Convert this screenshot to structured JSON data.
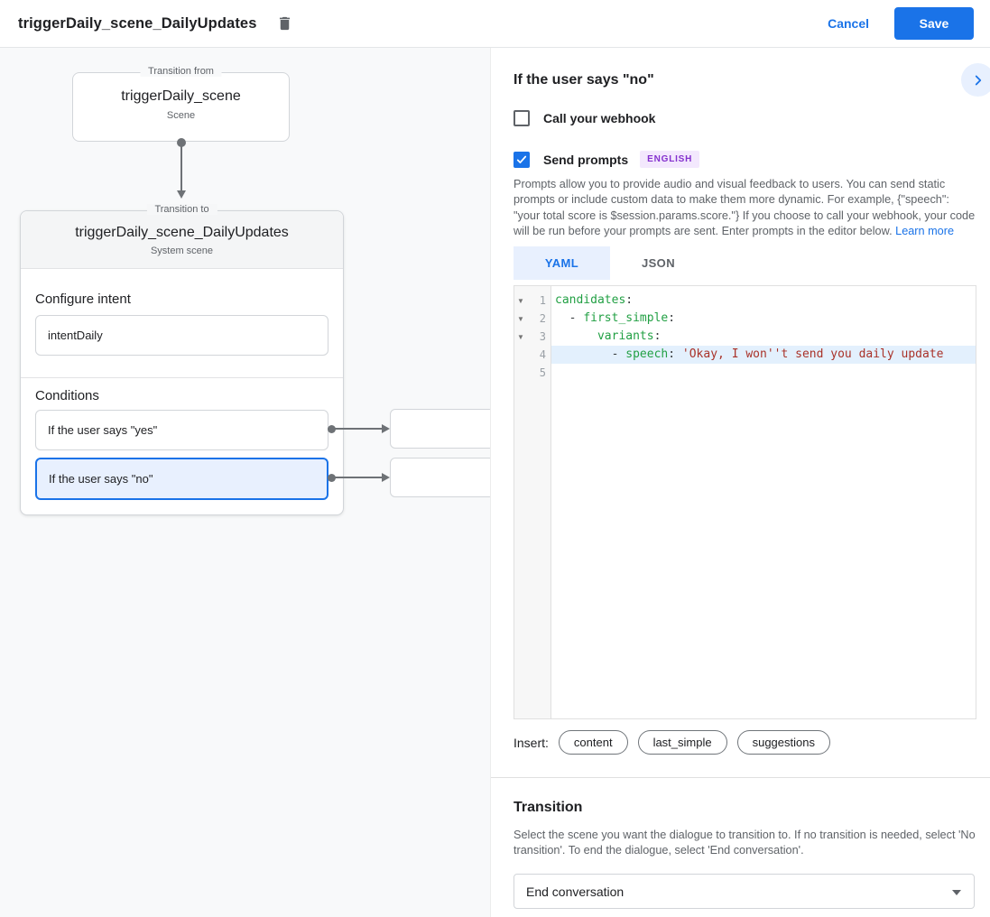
{
  "colors": {
    "accent_blue": "#1a73e8",
    "selected_bg": "#e8f0fe",
    "badge_bg": "#f3e8fd",
    "badge_text": "#8430ce",
    "code_key_green": "#22a044",
    "code_string_red": "#a93229",
    "line_highlight": "#e3f0fd",
    "canvas_bg": "#f8f9fa"
  },
  "header": {
    "title": "triggerDaily_scene_DailyUpdates",
    "cancel_label": "Cancel",
    "save_label": "Save"
  },
  "canvas": {
    "transition_from": {
      "legend": "Transition from",
      "title": "triggerDaily_scene",
      "subtitle": "Scene"
    },
    "transition_to": {
      "legend": "Transition to",
      "title": "triggerDaily_scene_DailyUpdates",
      "subtitle": "System scene",
      "configure_intent_label": "Configure intent",
      "intent_value": "intentDaily",
      "conditions_label": "Conditions",
      "conditions": [
        {
          "label": "If the user says \"yes\"",
          "selected": false
        },
        {
          "label": "If the user says \"no\"",
          "selected": true
        }
      ]
    }
  },
  "panel": {
    "title": "If the user says \"no\"",
    "webhook": {
      "label": "Call your webhook",
      "checked": false
    },
    "prompts": {
      "label": "Send prompts",
      "checked": true,
      "badge": "ENGLISH"
    },
    "description_text": "Prompts allow you to provide audio and visual feedback to users. You can send static prompts or include custom data to make them more dynamic. For example, {\"speech\": \"your total score is $session.params.score.\"} If you choose to call your webhook, your code will be run before your prompts are sent. Enter prompts in the editor below. ",
    "learn_more_label": "Learn more",
    "tabs": [
      {
        "label": "YAML",
        "active": true
      },
      {
        "label": "JSON",
        "active": false
      }
    ],
    "editor": {
      "lines": [
        {
          "num": "1",
          "foldable": true,
          "segments": [
            {
              "t": "candidates",
              "c": "key"
            },
            {
              "t": ":",
              "c": "plain"
            }
          ]
        },
        {
          "num": "2",
          "foldable": true,
          "segments": [
            {
              "t": "  - ",
              "c": "plain"
            },
            {
              "t": "first_simple",
              "c": "key"
            },
            {
              "t": ":",
              "c": "plain"
            }
          ]
        },
        {
          "num": "3",
          "foldable": true,
          "segments": [
            {
              "t": "      ",
              "c": "plain"
            },
            {
              "t": "variants",
              "c": "key"
            },
            {
              "t": ":",
              "c": "plain"
            }
          ]
        },
        {
          "num": "4",
          "foldable": false,
          "highlighted": true,
          "segments": [
            {
              "t": "        - ",
              "c": "plain"
            },
            {
              "t": "speech",
              "c": "key"
            },
            {
              "t": ": ",
              "c": "plain"
            },
            {
              "t": "'Okay, I won''t send you daily update",
              "c": "string"
            }
          ]
        },
        {
          "num": "5",
          "foldable": false,
          "segments": []
        }
      ]
    },
    "insert": {
      "label": "Insert:",
      "chips": [
        "content",
        "last_simple",
        "suggestions"
      ]
    },
    "transition": {
      "title": "Transition",
      "description": "Select the scene you want the dialogue to transition to. If no transition is needed, select 'No transition'. To end the dialogue, select 'End conversation'.",
      "select_value": "End conversation"
    }
  }
}
